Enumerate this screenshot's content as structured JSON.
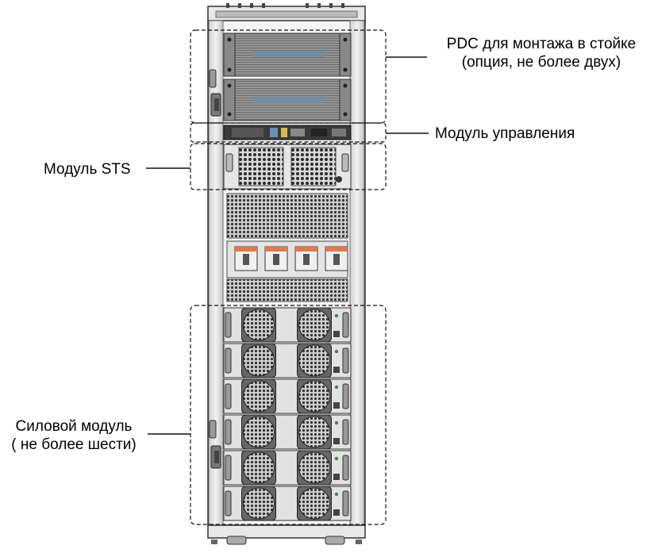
{
  "labels": {
    "pdc_line1": "PDC для монтажа в стойке",
    "pdc_line2": "(опция, не более двух)",
    "control_module": "Модуль управления",
    "sts_module": "Модуль STS",
    "power_line1": "Силовой модуль",
    "power_line2": "( не более шести)"
  },
  "rack": {
    "pdc_units": 2,
    "breakers": 4,
    "power_modules": 6,
    "fans_per_module": 2
  }
}
